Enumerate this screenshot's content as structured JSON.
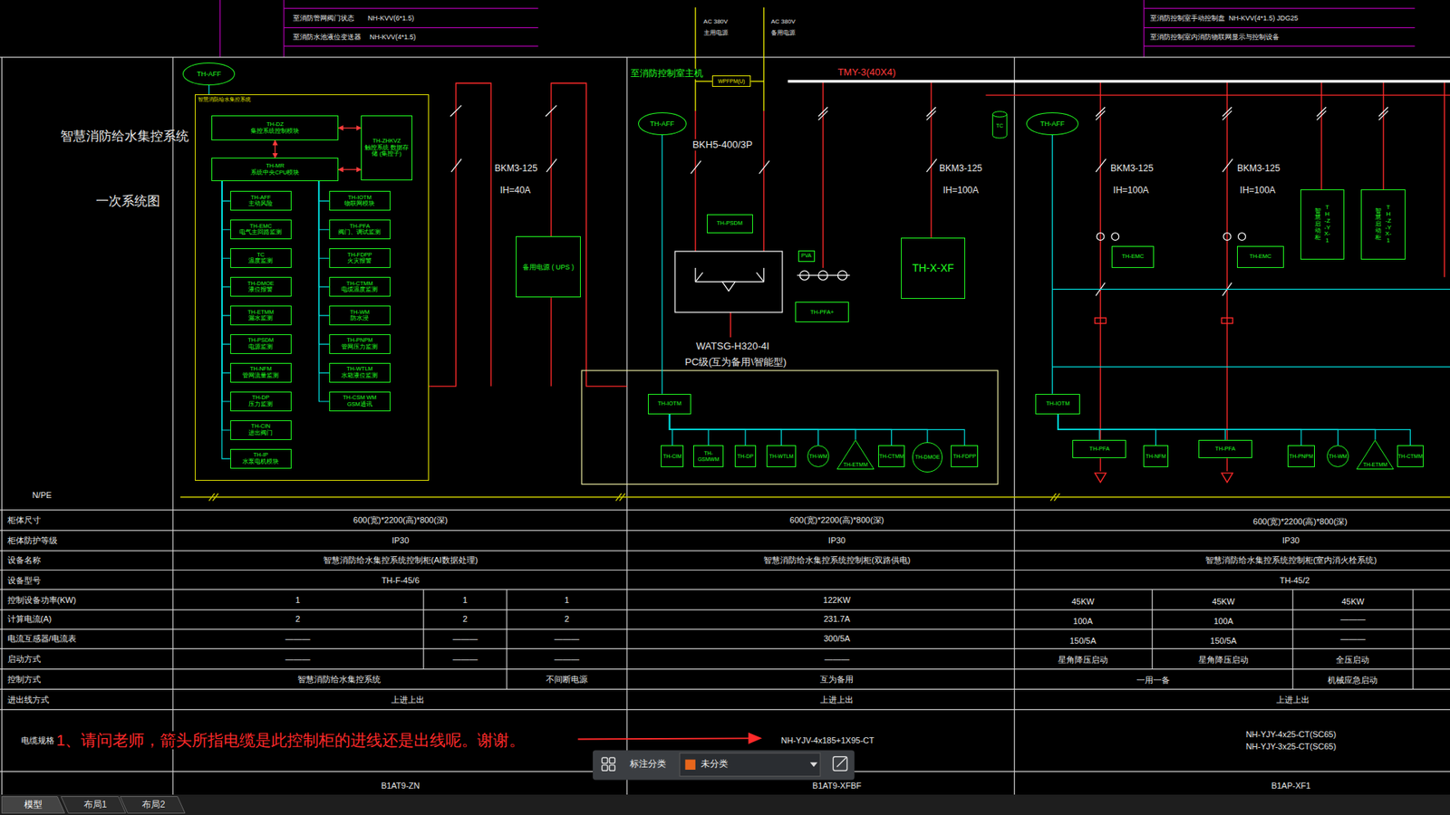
{
  "diagram": {
    "nodes": [
      {
        "text": [
          "TH-AFF"
        ]
      },
      {
        "text": [
          "智慧消防给水集控系统"
        ]
      },
      {
        "text": [
          "TH-DZ",
          "集控系统控制模块"
        ],
        "in": 1
      },
      {
        "text": [
          "TH-ZHKVZ",
          "触控系统 数据存储 (集控子)"
        ],
        "in": 1
      },
      {
        "text": [
          "TH-MR",
          "系统中央CPU模块"
        ],
        "in": 1
      },
      {
        "text": [
          "TH-AFF",
          "主动风险"
        ],
        "in": 1
      },
      {
        "text": [
          "TH-EMC",
          "电气主回路监测"
        ],
        "in": 1
      },
      {
        "text": [
          "TC",
          "温度监测"
        ],
        "in": 1
      },
      {
        "text": [
          "TH-DMOE",
          "液位报警"
        ],
        "in": 1
      },
      {
        "text": [
          "TH-ETMM",
          "漏水监测"
        ],
        "in": 1
      },
      {
        "text": [
          "TH-PSDM",
          "电源监测"
        ],
        "in": 1
      },
      {
        "text": [
          "TH-NFM",
          "管网流量监测"
        ],
        "in": 1
      },
      {
        "text": [
          "TH-DP",
          "压力监测"
        ],
        "in": 1
      },
      {
        "text": [
          "TH-CIN",
          "进出阀门"
        ],
        "in": 1
      },
      {
        "text": [
          "TH-IP",
          "水泵电机模块"
        ],
        "in": 1
      },
      {
        "text": [
          "TH-IOTM",
          "物联网模块"
        ],
        "in": 1
      },
      {
        "text": [
          "TH-PFA",
          "阀门、调试监测"
        ],
        "in": 1
      },
      {
        "text": [
          "TH-FDPP",
          "火灾报警"
        ],
        "in": 1
      },
      {
        "text": [
          "TH-CTMM",
          "电缆温度监测"
        ],
        "in": 1
      },
      {
        "text": [
          "TH-WM",
          "防水浸"
        ],
        "in": 1
      },
      {
        "text": [
          "TH-PNPM",
          "管网压力监测"
        ],
        "in": 1
      },
      {
        "text": [
          "TH-WTLM",
          "水箱液位监测"
        ],
        "in": 1
      },
      {
        "text": [
          "TH-CSM WM",
          "GSM通讯"
        ],
        "in": 1
      },
      {
        "text": [
          "备用电源 ( UPS )"
        ]
      },
      {
        "text": [
          "TH-AFF"
        ]
      },
      {
        "text": [
          "WPFPM(U)"
        ]
      },
      {
        "text": [
          "TH-PSDM"
        ]
      },
      {
        "text": [
          "PVA"
        ]
      },
      {
        "text": [
          "TH-PFA+"
        ]
      },
      {
        "text": [
          "TH-X-XF"
        ]
      },
      {
        "text": [
          "TC"
        ]
      },
      {
        "text": [
          "TH-IOTM"
        ]
      },
      {
        "text": [
          "TH-CIM"
        ]
      },
      {
        "text": [
          "TH-GSMWM"
        ]
      },
      {
        "text": [
          "TH-DP"
        ]
      },
      {
        "text": [
          "TH-WTLM"
        ]
      },
      {
        "text": [
          "TH-WM"
        ]
      },
      {
        "text": [
          "TH-ETMM"
        ]
      },
      {
        "text": [
          "TH-CTMM"
        ]
      },
      {
        "text": [
          "TH-DMOE"
        ]
      },
      {
        "text": [
          "TH-FDPP"
        ]
      },
      {
        "text": [
          "TH-AFF"
        ]
      },
      {
        "text": [
          "TH-EMC"
        ]
      },
      {
        "text": [
          "TH-EMC"
        ]
      },
      {
        "text": [
          "智慧启动柜",
          "TH-Z-YX-1"
        ]
      },
      {
        "text": [
          "智慧启动柜",
          "TH-Z-YX-1"
        ]
      },
      {
        "text": [
          "TH-IOTM"
        ]
      },
      {
        "text": [
          "TH-PFA"
        ]
      },
      {
        "text": [
          "TH-NFM"
        ]
      },
      {
        "text": [
          "TH-PFA"
        ]
      },
      {
        "text": [
          "TH-PNPM"
        ]
      },
      {
        "text": [
          "TH-WM"
        ]
      },
      {
        "text": [
          "TH-ETMM"
        ]
      },
      {
        "text": [
          "TH-CTMM"
        ]
      }
    ],
    "edges": [
      {
        "from": 0,
        "to": 1,
        "arrow": "none"
      },
      {
        "from": 2,
        "to": 3,
        "arrow": "both"
      },
      {
        "from": 4,
        "to": 3,
        "arrow": "both"
      },
      {
        "from": 2,
        "to": 4,
        "arrow": "both"
      },
      {
        "from": 4,
        "to": 5,
        "arrow": "none"
      },
      {
        "from": 4,
        "to": 6,
        "arrow": "none"
      },
      {
        "from": 4,
        "to": 7,
        "arrow": "none"
      },
      {
        "from": 4,
        "to": 8,
        "arrow": "none"
      },
      {
        "from": 4,
        "to": 9,
        "arrow": "none"
      },
      {
        "from": 4,
        "to": 10,
        "arrow": "none"
      },
      {
        "from": 4,
        "to": 11,
        "arrow": "none"
      },
      {
        "from": 4,
        "to": 12,
        "arrow": "none"
      },
      {
        "from": 4,
        "to": 13,
        "arrow": "none"
      },
      {
        "from": 4,
        "to": 14,
        "arrow": "none"
      },
      {
        "from": 4,
        "to": 15,
        "arrow": "none"
      },
      {
        "from": 4,
        "to": 16,
        "arrow": "none"
      },
      {
        "from": 4,
        "to": 17,
        "arrow": "none"
      },
      {
        "from": 4,
        "to": 18,
        "arrow": "none"
      },
      {
        "from": 4,
        "to": 19,
        "arrow": "none"
      },
      {
        "from": 4,
        "to": 20,
        "arrow": "none"
      },
      {
        "from": 4,
        "to": 21,
        "arrow": "none"
      },
      {
        "from": 4,
        "to": 22,
        "arrow": "none"
      },
      {
        "from": 24,
        "to": 31,
        "arrow": "none"
      },
      {
        "from": 31,
        "to": 32,
        "arrow": "none"
      },
      {
        "from": 31,
        "to": 33,
        "arrow": "none"
      },
      {
        "from": 31,
        "to": 34,
        "arrow": "none"
      },
      {
        "from": 31,
        "to": 35,
        "arrow": "none"
      },
      {
        "from": 31,
        "to": 36,
        "arrow": "none"
      },
      {
        "from": 31,
        "to": 37,
        "arrow": "none"
      },
      {
        "from": 31,
        "to": 38,
        "arrow": "none"
      },
      {
        "from": 31,
        "to": 39,
        "arrow": "none"
      },
      {
        "from": 31,
        "to": 40,
        "arrow": "none"
      },
      {
        "from": 41,
        "to": 46,
        "arrow": "none"
      },
      {
        "from": 46,
        "to": 47,
        "arrow": "none"
      },
      {
        "from": 46,
        "to": 48,
        "arrow": "none"
      },
      {
        "from": 46,
        "to": 49,
        "arrow": "none"
      },
      {
        "from": 46,
        "to": 50,
        "arrow": "none"
      },
      {
        "from": 46,
        "to": 51,
        "arrow": "none"
      },
      {
        "from": 46,
        "to": 52,
        "arrow": "none"
      },
      {
        "from": 46,
        "to": 53,
        "arrow": "none"
      }
    ],
    "labels": [
      "至消防管网阀门状态",
      "NH-KVV(6*1.5)",
      "至消防水池液位变送器",
      "NH-KVV(4*1.5)",
      "AC 380V",
      "主用电源",
      "AC 380V",
      "备用电源",
      "至消防控制室手动控制盘",
      "NH-KVV(4*1.5) JDG25",
      "至消防控制室内消防物联网显示与控制设备",
      "智慧消防给水集控系统",
      "一次系统图",
      "N/PE",
      "BKM3-125",
      "IH=40A",
      "至消防控制室主机",
      "TMY-3(40X4)",
      "BKH5-400/3P",
      "WATSG-H320-4I",
      "PC级(互为备用\\智能型)",
      "BKM3-125",
      "IH=100A",
      "BKM3-125",
      "IH=100A",
      "BKM3-125",
      "IH=100A",
      "柜体尺寸",
      "柜体防护等级",
      "设备名称",
      "设备型号",
      "控制设备功率(KW)",
      "计算电流(A)",
      "电流互感器/电流表",
      "启动方式",
      "控制方式",
      "进出线方式",
      "电缆规格",
      "600(宽)*2200(高)*800(深)",
      "IP30",
      "智慧消防给水集控系统控制柜(AI数据处理)",
      "TH-F-45/6",
      "1",
      "1",
      "1",
      "2",
      "2",
      "2",
      "———",
      "———",
      "———",
      "———",
      "———",
      "———",
      "智慧消防给水集控系统",
      "不间断电源",
      "上进上出",
      "1、请问老师，箭头所指电缆是此控制柜的进线还是出线呢。谢谢。",
      "B1AT9-ZN",
      "600(宽)*2200(高)*800(深)",
      "IP30",
      "智慧消防给水集控系统控制柜(双路供电)",
      "122KW",
      "231.7A",
      "300/5A",
      "———",
      "互为备用",
      "上进上出",
      "NH-YJV-4x185+1X95-CT",
      "B1AT9-XFBF",
      "600(宽)*2200(高)*800(深)",
      "IP30",
      "智慧消防给水集控系统控制柜(室内消火栓系统)",
      "TH-45/2",
      "45KW",
      "45KW",
      "45KW",
      "100A",
      "100A",
      "———",
      "150/5A",
      "150/5A",
      "———",
      "星角降压启动",
      "星角降压启动",
      "全压启动",
      "一用一备",
      "机械应急启动",
      "上进上出",
      "NH-YJY-4x25-CT(SC65)",
      "NH-YJY-3x25-CT(SC65)",
      "B1AP-XF1",
      "模型",
      "布局1",
      "布局2",
      "标注分类",
      "未分类"
    ]
  }
}
